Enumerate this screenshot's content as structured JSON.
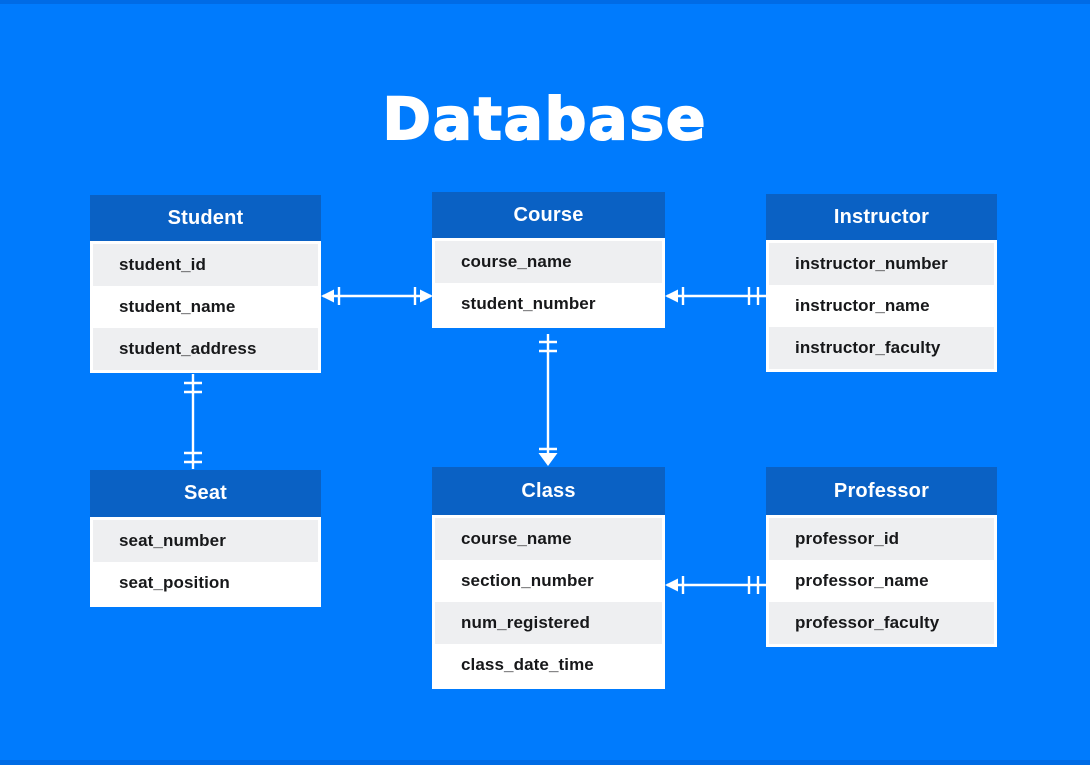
{
  "title": "Database",
  "colors": {
    "background": "#007BFD",
    "table_header": "#0A61C4",
    "row_alt": "#EEEFF1",
    "row": "#FFFFFF",
    "row_text": "#17181A",
    "header_text": "#FFFFFF",
    "connector": "#FFFFFF"
  },
  "tables": [
    {
      "title": "Student",
      "fields": [
        "student_id",
        "student_name",
        "student_address"
      ]
    },
    {
      "title": "Course",
      "fields": [
        "course_name",
        "student_number"
      ]
    },
    {
      "title": "Instructor",
      "fields": [
        "instructor_number",
        "instructor_name",
        "instructor_faculty"
      ]
    },
    {
      "title": "Seat",
      "fields": [
        "seat_number",
        "seat_position"
      ]
    },
    {
      "title": "Class",
      "fields": [
        "course_name",
        "section_number",
        "num_registered",
        "class_date_time"
      ]
    },
    {
      "title": "Professor",
      "fields": [
        "professor_id",
        "professor_name",
        "professor_faculty"
      ]
    }
  ],
  "relationships": [
    {
      "from": "Student",
      "to": "Course",
      "from_marker": "arrow-tick",
      "to_marker": "tick-arrow",
      "type": "many-to-many"
    },
    {
      "from": "Course",
      "to": "Instructor",
      "from_marker": "arrow-tick",
      "to_marker": "double-tick",
      "type": "many-to-one"
    },
    {
      "from": "Student",
      "to": "Seat",
      "from_marker": "double-tick",
      "to_marker": "double-tick",
      "type": "one-to-one"
    },
    {
      "from": "Course",
      "to": "Class",
      "from_marker": "double-tick",
      "to_marker": "tick-arrow",
      "type": "one-to-many"
    },
    {
      "from": "Class",
      "to": "Professor",
      "from_marker": "arrow-tick",
      "to_marker": "double-tick",
      "type": "many-to-one"
    }
  ]
}
